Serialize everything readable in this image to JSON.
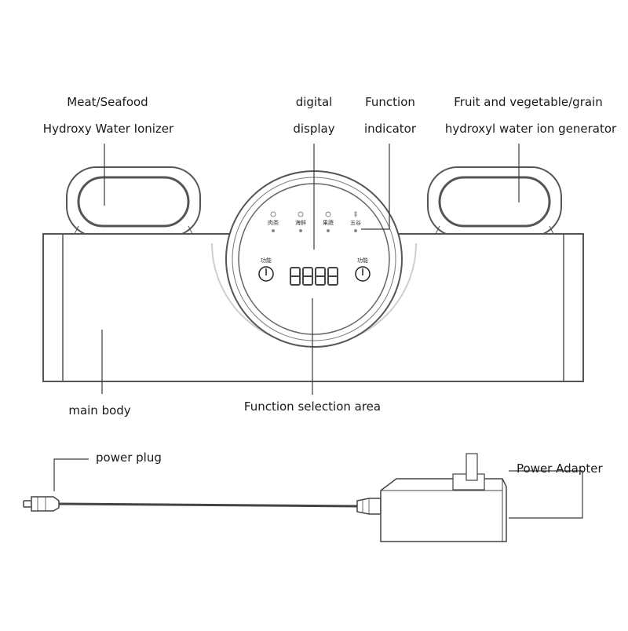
{
  "labels": {
    "meat_line1": "Meat/Seafood",
    "meat_line2": "Hydroxy Water Ionizer",
    "digital_line1": "digital",
    "digital_line2": "display",
    "function_line1": "Function",
    "function_line2": "indicator",
    "fruit_line1": "Fruit and vegetable/grain",
    "fruit_line2": "hydroxyl water ion generator",
    "main_body": "main body",
    "function_area": "Function selection area",
    "power_plug": "power plug",
    "power_adapter": "Power Adapter"
  },
  "panel": {
    "indicators": [
      "肉类",
      "海鲜",
      "果蔬",
      "五谷"
    ],
    "left_button": "功能",
    "right_button": "功能",
    "display_digits": "8888"
  },
  "colors": {
    "line": "#3a3a3a",
    "outline": "#555555",
    "indicator_dot": "#888888"
  }
}
